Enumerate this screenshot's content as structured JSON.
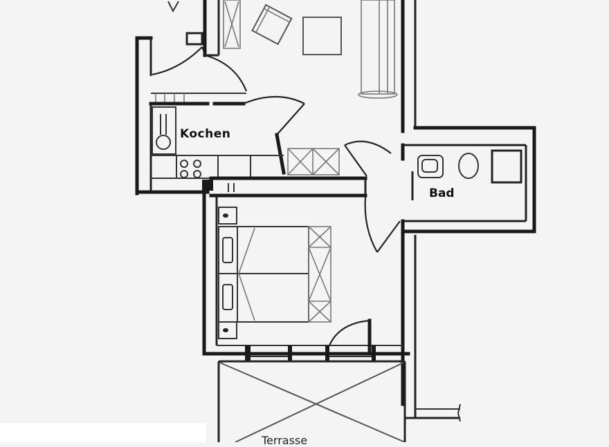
{
  "plan": {
    "type": "floor-plan",
    "style": "hand-drawn scan, black on light grey",
    "rooms": [
      {
        "id": "wohnen",
        "label": ""
      },
      {
        "id": "kochen",
        "label": "Kochen"
      },
      {
        "id": "bad",
        "label": "Bad"
      },
      {
        "id": "schlafen",
        "label": ""
      },
      {
        "id": "terrasse",
        "label": "Terrasse"
      }
    ],
    "colors": {
      "background": "#f4f4f4",
      "ink": "#1a1a1a",
      "furniture": "#555555"
    }
  },
  "labels": {
    "kochen": "Kochen",
    "bad": "Bad",
    "terrasse": "Terrasse"
  }
}
